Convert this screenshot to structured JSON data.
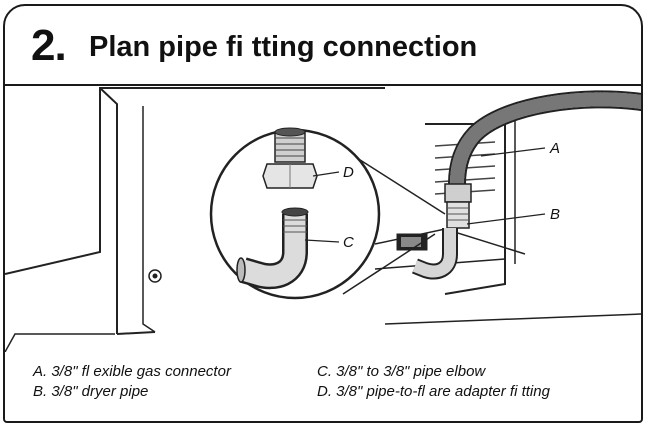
{
  "header": {
    "step_number": "2.",
    "title": "Plan pipe fi tting connection"
  },
  "callouts": {
    "a": "A",
    "b": "B",
    "c": "C",
    "d": "D"
  },
  "legend": {
    "a": "A. 3/8\" fl exible gas connector",
    "b": "B. 3/8\" dryer pipe",
    "c": "C. 3/8\" to 3/8\" pipe elbow",
    "d": "D. 3/8\" pipe-to-fl are adapter fi tting"
  }
}
